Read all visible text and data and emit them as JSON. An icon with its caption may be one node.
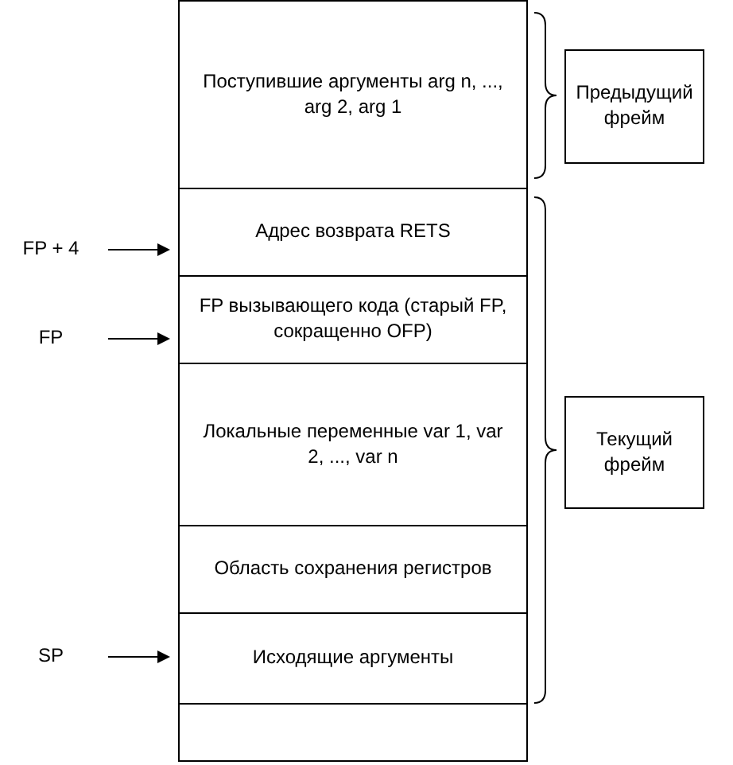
{
  "diagram": {
    "nodes": [
      {
        "text": [
          "Поступившие аргументы arg n, ..., arg 2, arg 1"
        ]
      },
      {
        "text": [
          "Предыдущий фрейм"
        ]
      },
      {
        "text": [
          "FP + 4"
        ]
      },
      {
        "text": [
          "Адрес возврата RETS"
        ]
      },
      {
        "text": [
          "FP"
        ]
      },
      {
        "text": [
          "FP вызывающего кода (старый FP, сокращенно OFP)"
        ]
      },
      {
        "text": [
          "Локальные переменные var 1, var 2, ..., var n"
        ]
      },
      {
        "text": [
          "Текущий фрейм"
        ]
      },
      {
        "text": [
          "Область сохранения регистров"
        ]
      },
      {
        "text": [
          "SP"
        ]
      },
      {
        "text": [
          "Исходящие аргументы"
        ]
      },
      {
        "text": [],
        "shape": "box"
      }
    ],
    "edges": [
      {
        "from": 2,
        "to": 3,
        "arrow": "to"
      },
      {
        "from": 4,
        "to": 5,
        "arrow": "to"
      },
      {
        "from": 9,
        "to": 10,
        "arrow": "to"
      }
    ]
  }
}
